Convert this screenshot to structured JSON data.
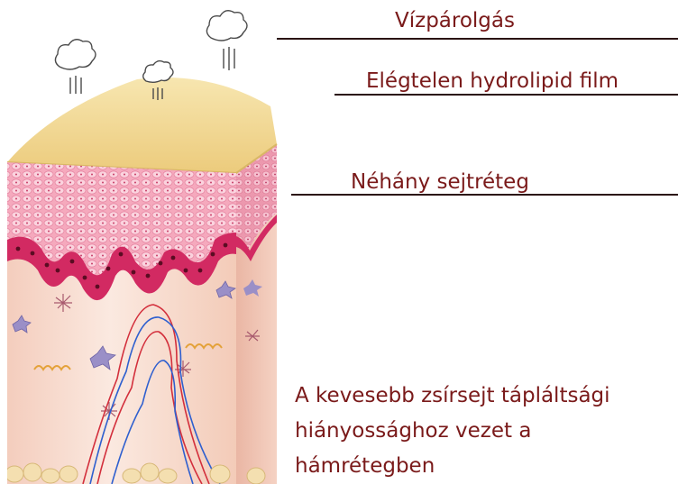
{
  "labels": {
    "evaporation": "Vízpárolgás",
    "film": "Elégtelen hydrolipid film",
    "cell_layers": "Néhány sejtréteg",
    "fat_cells": [
      "A kevesebb zsírsejt tápláltsági",
      "hiányossághoz vezet a",
      "hámrétegben"
    ]
  },
  "colors": {
    "text": "#7a1a1a",
    "surface": "#f3dc98",
    "epidermis": "#d8316a",
    "dermis": "#f5d8c8"
  }
}
